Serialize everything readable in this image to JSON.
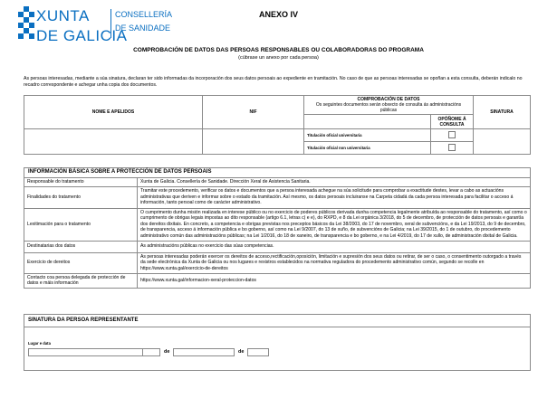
{
  "header": {
    "logo_line1": "XUNTA",
    "logo_line2": "DE GALICIA",
    "department_line1": "CONSELLERÍA",
    "department_line2": "DE SANIDADE",
    "annex": "ANEXO IV",
    "title": "COMPROBACIÓN DE DATOS DAS PERSOAS RESPONSABLES OU COLABORADORAS DO PROGRAMA",
    "subtitle": "(cúbrase un anexo por cada persoa)"
  },
  "intro_text": "As persoas interesadas, mediante a súa sinatura, declaran ter sido informadas da incorporación dos seus datos persoais ao expediente en tramitación. No caso de que as persoas interesadas se opoñan a esta consulta, deberán indicalo no recadro correspondente e achegar unha copia dos documentos.",
  "verification_table": {
    "col_name": "NOME E APELIDOS",
    "col_nif": "NIF",
    "col_check_title": "COMPROBACIÓN DE DATOS",
    "col_check_desc": "Os seguintes documentos serán obxecto de consulta ás administracións públicas",
    "col_oppose": "OPÓÑOME Á CONSULTA",
    "col_signature": "SINATURA",
    "rows": [
      {
        "document": "Titulación oficial universitaria"
      },
      {
        "document": "Titulación oficial non universitaria"
      }
    ]
  },
  "data_protection": {
    "title": "INFORMACIÓN BÁSICA SOBRE A PROTECCIÓN DE DATOS PERSOAIS",
    "rows": [
      {
        "label": "Responsable do tratamento",
        "value": "Xunta de Galicia. Consellería de Sanidade. Dirección Xeral de Asistencia Sanitaria."
      },
      {
        "label": "Finalidades do tratamento",
        "value": "Tramitar este procedemento, verificar os datos e documentos que a persoa interesada achegue na súa solicitude para comprobar a exactitude destes, levar a cabo as actuacións administrativas que deriven e informar sobre o estado da tramitación. Así mesmo, os datos persoais incluiranse na Carpeta cidadá da cada persoa interesada para facilitar o acceso á información, tanto persoal como de carácter administrativo."
      },
      {
        "label": "Lexitimación para o tratamento",
        "value": "O cumprimento dunha misión realizada en interese público ou no exercicio de poderes públicos derivada dunha competencia legalmente atribuída ao responsable do tratamento, así como o cumprimento de obrigas legais impostas ao dito responsable (artigo 6.1, letras c) e e), do RXPD, e 8 da Lei orgánica 3/2018, do 5 de decembro, de protección de datos persoais e garantía dos dereitos dixitais. En concreto, a competencia e obrigas previstas nos preceptos básicos da Lei 38/2003, do 17 de novembro, xeral de subvencións, e da Lei 19/2013, do 9 de decembro, de transparencia, acceso á información pública e bo goberno, así como na Lei 9/2007, do 13 de xuño, de subvencións de Galicia; na Lei 39/2015, do 1 de outubro, do procedemento administrativo común das administracións públicas; na Lei 1/2016, do 18 de xaneiro, de transparencia e bo goberno, e na Lei 4/2019, do 17 de xullo, de administración dixital de Galicia."
      },
      {
        "label": "Destinatarias dos datos",
        "value": "As administracións públicas no exercicio das súas competencias."
      },
      {
        "label": "Exercicio de dereitos",
        "value": "As persoas interesadas poderán exercer os dereitos de acceso,rectificación,oposición, limitación e supresión dos seus datos ou retirar, de ser o caso, o consentimento outorgado a través da sede electrónica da Xunta de Galicia ou nos lugares e rexistros establecidos na normativa reguladora do procedemento administrativo común, segundo se recolle en https://www.xunta.gal/exercicio-de-dereitos"
      },
      {
        "label": "Contacto coa persoa delegada de protección de datos e máis información",
        "value": "https://www.xunta.gal/informacion-xeral-proteccion-datos"
      }
    ]
  },
  "signature_section": {
    "title": "SINATURA DA PERSOA REPRESENTANTE",
    "place_date_label": "Lugar e data",
    "sep_comma": ",",
    "sep_de1": "de",
    "sep_de2": "de"
  }
}
